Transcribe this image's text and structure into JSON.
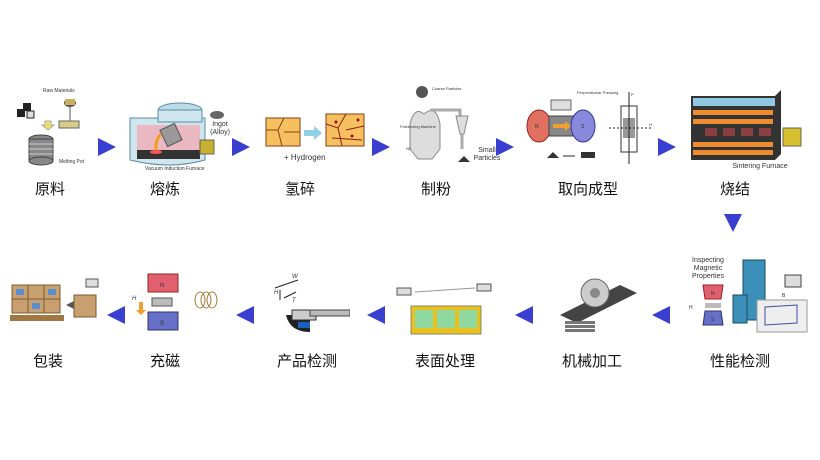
{
  "steps": [
    {
      "label": "原料",
      "captions": [
        "Raw Materials",
        "Melting Pot"
      ]
    },
    {
      "label": "熔炼",
      "captions": [
        "Vacuum Induction Furnace",
        "Ingot (Alloy)"
      ]
    },
    {
      "label": "氢碎",
      "captions": [
        "+ Hydrogen"
      ]
    },
    {
      "label": "制粉",
      "captions": [
        "Coarse Particles",
        "Pulverizing Machine",
        "Small Particles",
        "N2"
      ]
    },
    {
      "label": "取向成型",
      "captions": [
        "Perpendicular Pressing",
        "N",
        "S",
        "P",
        "H"
      ]
    },
    {
      "label": "烧结",
      "captions": [
        "Sintering Furnace"
      ]
    },
    {
      "label": "性能检测",
      "captions": [
        "Inspecting Magnetic Properties",
        "N",
        "S",
        "H",
        "B"
      ]
    },
    {
      "label": "机械加工",
      "captions": []
    },
    {
      "label": "表面处理",
      "captions": []
    },
    {
      "label": "产品检测",
      "captions": [
        "W",
        "H",
        "T"
      ]
    },
    {
      "label": "充磁",
      "captions": [
        "N",
        "S",
        "H"
      ]
    },
    {
      "label": "包装",
      "captions": []
    }
  ],
  "colors": {
    "arrow": "#3a3fcf"
  }
}
